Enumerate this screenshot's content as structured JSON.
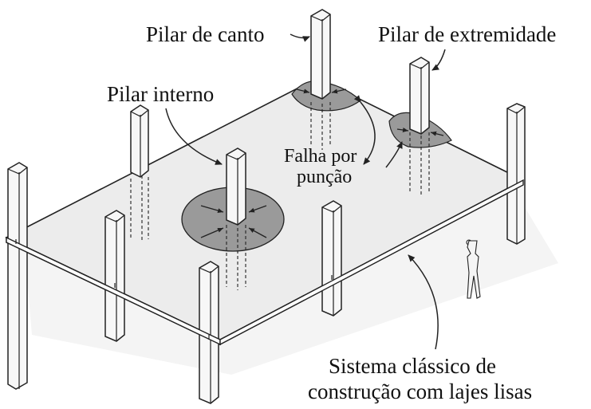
{
  "labels": {
    "corner_column": "Pilar de canto",
    "edge_column": "Pilar de extremidade",
    "interior_column": "Pilar interno",
    "punching_line1": "Falha por",
    "punching_line2": "punção",
    "system_line1": "Sistema clássico de",
    "system_line2": "construção com lajes lisas"
  },
  "colors": {
    "slab_fill": "#ececec",
    "shadow_fill": "#f3f3f3",
    "punch_zone": "#9a9a9a",
    "column_fill": "#f7f7f7",
    "stroke": "#222222"
  },
  "icons": [
    "human-figure-icon",
    "arrow-icon"
  ]
}
